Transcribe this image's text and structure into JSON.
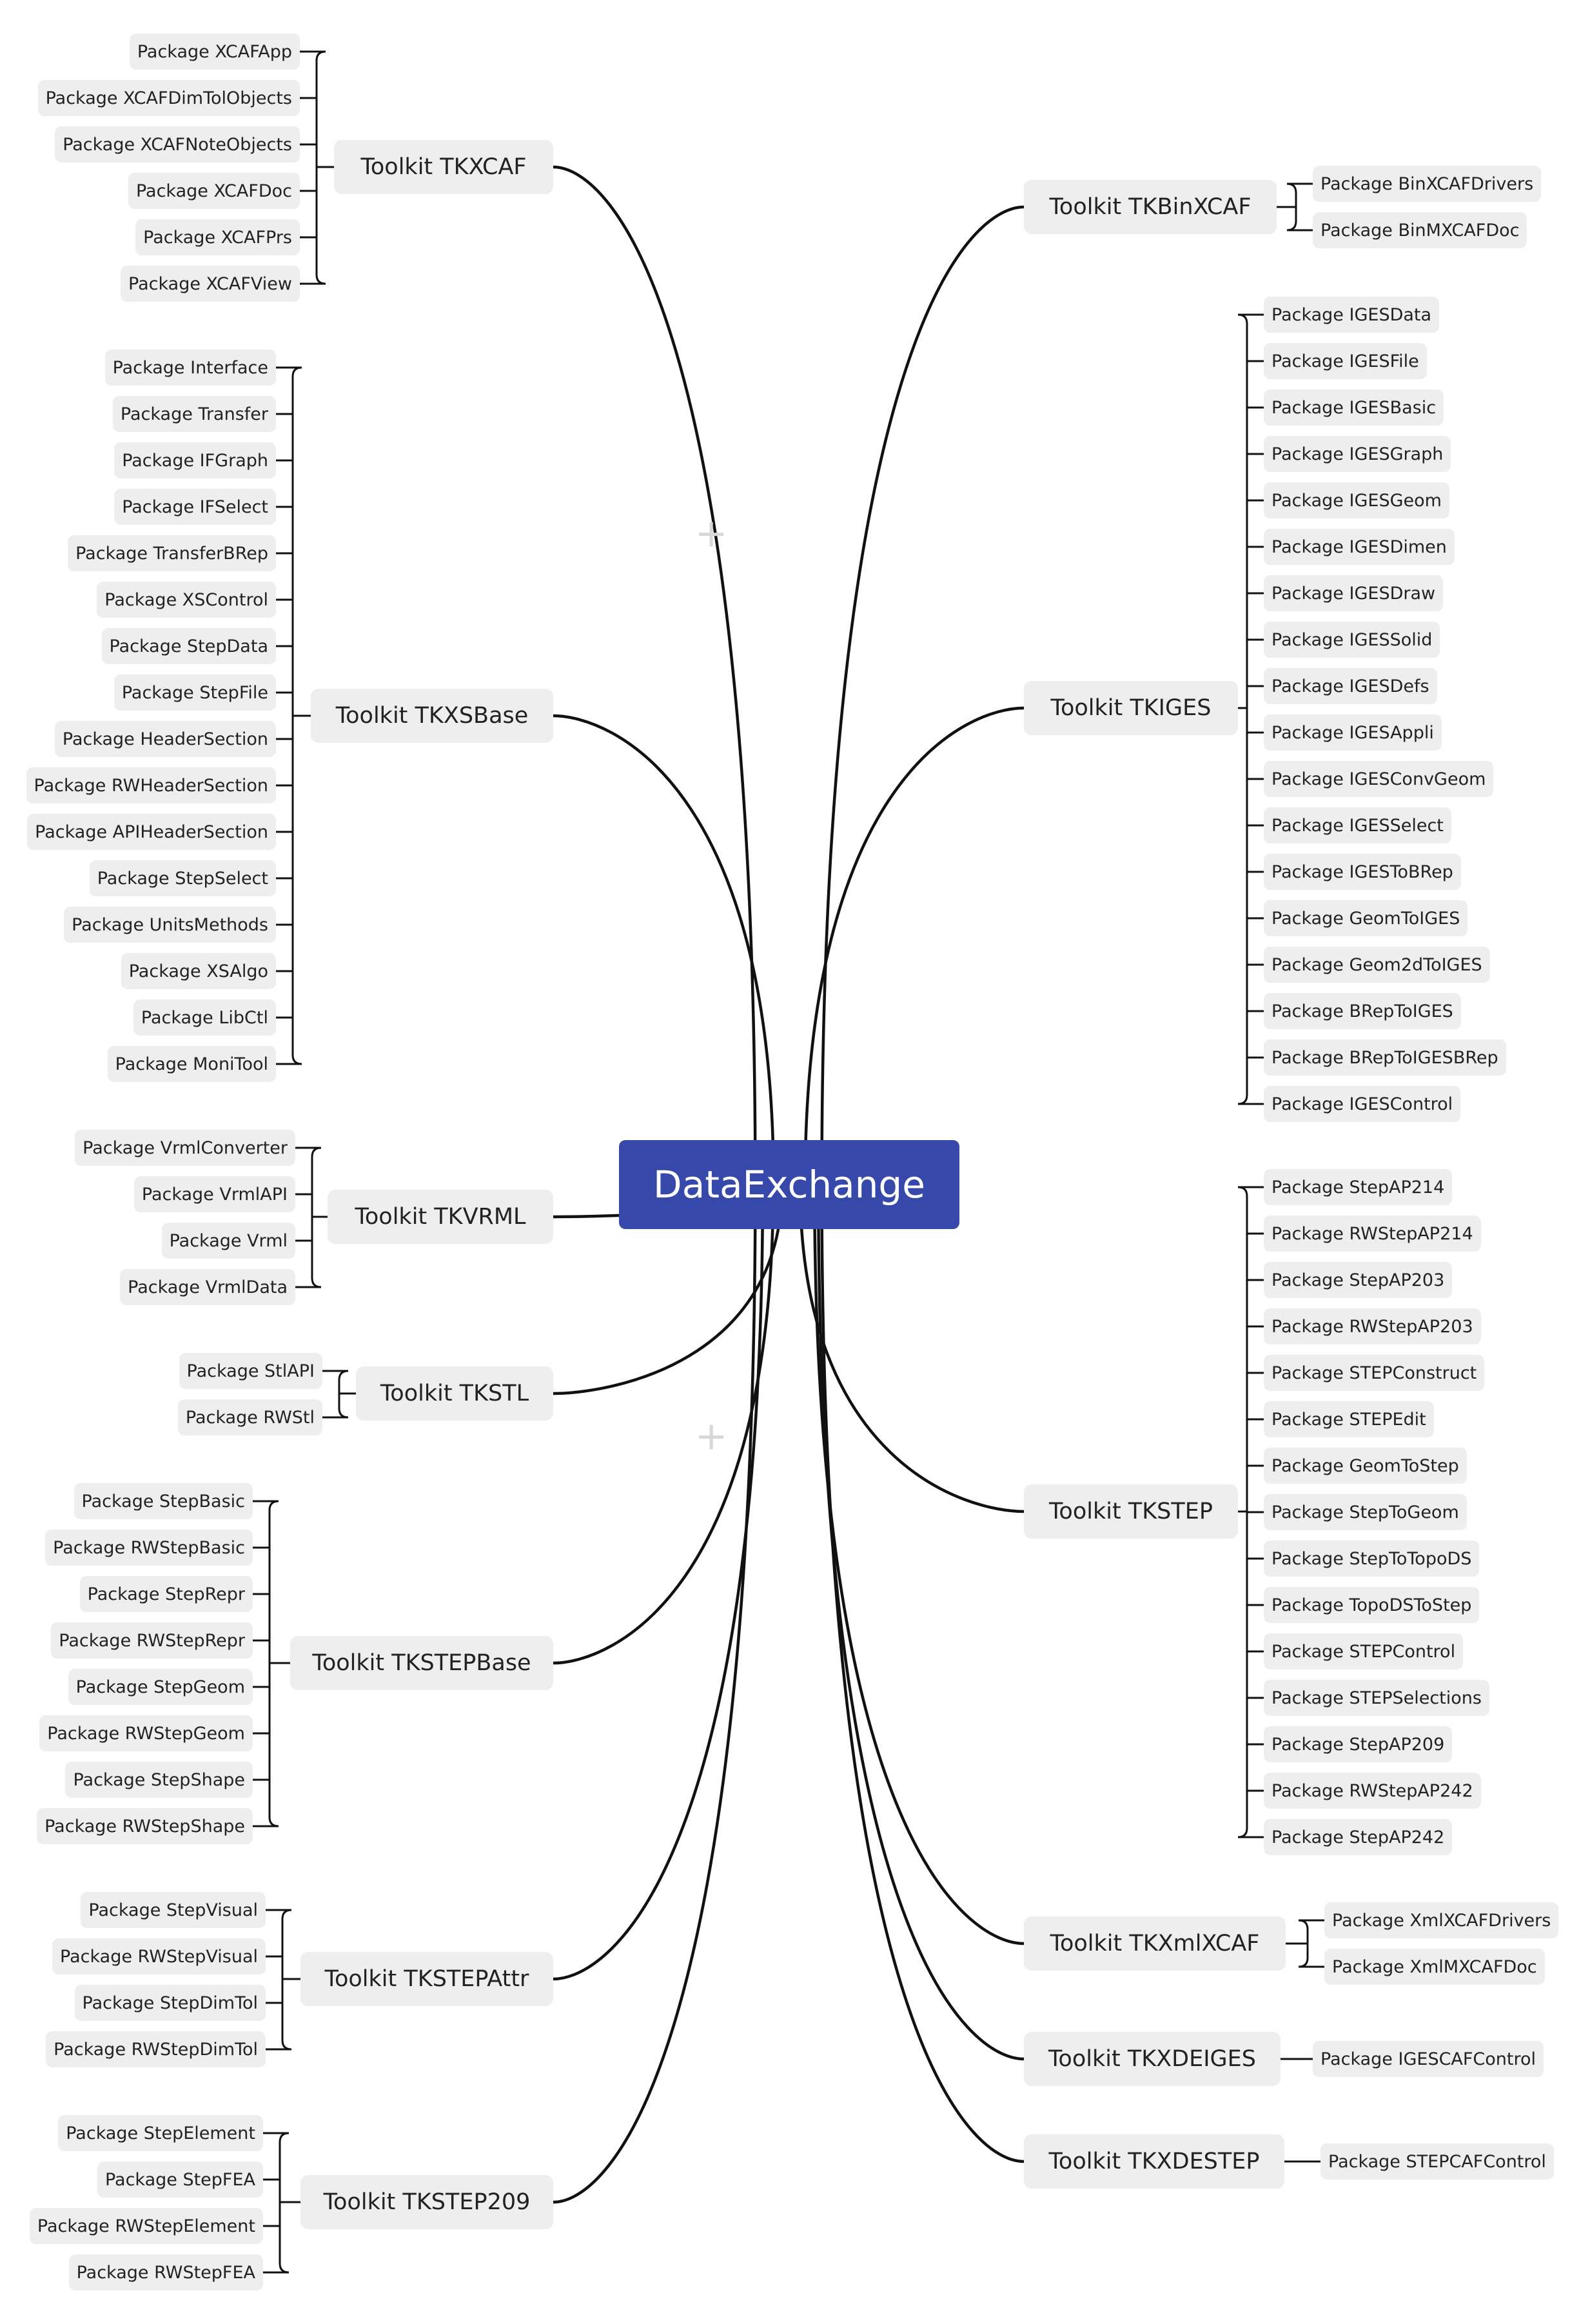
{
  "root": {
    "label": "DataExchange",
    "color": "#3748ab"
  },
  "line_color": "#111111",
  "toolkits": [
    {
      "label": "Toolkit TKXCAF",
      "side": "left",
      "packages": [
        "Package XCAFApp",
        "Package XCAFDimTolObjects",
        "Package XCAFNoteObjects",
        "Package XCAFDoc",
        "Package XCAFPrs",
        "Package XCAFView"
      ]
    },
    {
      "label": "Toolkit TKXSBase",
      "side": "left",
      "packages": [
        "Package Interface",
        "Package Transfer",
        "Package IFGraph",
        "Package IFSelect",
        "Package TransferBRep",
        "Package XSControl",
        "Package StepData",
        "Package StepFile",
        "Package HeaderSection",
        "Package RWHeaderSection",
        "Package APIHeaderSection",
        "Package StepSelect",
        "Package UnitsMethods",
        "Package XSAlgo",
        "Package LibCtl",
        "Package MoniTool"
      ]
    },
    {
      "label": "Toolkit TKVRML",
      "side": "left",
      "packages": [
        "Package VrmlConverter",
        "Package VrmlAPI",
        "Package Vrml",
        "Package VrmlData"
      ]
    },
    {
      "label": "Toolkit TKSTL",
      "side": "left",
      "packages": [
        "Package StlAPI",
        "Package RWStl"
      ]
    },
    {
      "label": "Toolkit TKSTEPBase",
      "side": "left",
      "packages": [
        "Package StepBasic",
        "Package RWStepBasic",
        "Package StepRepr",
        "Package RWStepRepr",
        "Package StepGeom",
        "Package RWStepGeom",
        "Package StepShape",
        "Package RWStepShape"
      ]
    },
    {
      "label": "Toolkit TKSTEPAttr",
      "side": "left",
      "packages": [
        "Package StepVisual",
        "Package RWStepVisual",
        "Package StepDimTol",
        "Package RWStepDimTol"
      ]
    },
    {
      "label": "Toolkit TKSTEP209",
      "side": "left",
      "packages": [
        "Package StepElement",
        "Package StepFEA",
        "Package RWStepElement",
        "Package RWStepFEA"
      ]
    },
    {
      "label": "Toolkit TKBinXCAF",
      "side": "right",
      "packages": [
        "Package BinXCAFDrivers",
        "Package BinMXCAFDoc"
      ]
    },
    {
      "label": "Toolkit TKIGES",
      "side": "right",
      "packages": [
        "Package IGESData",
        "Package IGESFile",
        "Package IGESBasic",
        "Package IGESGraph",
        "Package IGESGeom",
        "Package IGESDimen",
        "Package IGESDraw",
        "Package IGESSolid",
        "Package IGESDefs",
        "Package IGESAppli",
        "Package IGESConvGeom",
        "Package IGESSelect",
        "Package IGESToBRep",
        "Package GeomToIGES",
        "Package Geom2dToIGES",
        "Package BRepToIGES",
        "Package BRepToIGESBRep",
        "Package IGESControl"
      ]
    },
    {
      "label": "Toolkit TKSTEP",
      "side": "right",
      "packages": [
        "Package StepAP214",
        "Package RWStepAP214",
        "Package StepAP203",
        "Package RWStepAP203",
        "Package STEPConstruct",
        "Package STEPEdit",
        "Package GeomToStep",
        "Package StepToGeom",
        "Package StepToTopoDS",
        "Package TopoDSToStep",
        "Package STEPControl",
        "Package STEPSelections",
        "Package StepAP209",
        "Package RWStepAP242",
        "Package StepAP242"
      ]
    },
    {
      "label": "Toolkit TKXmlXCAF",
      "side": "right",
      "packages": [
        "Package XmlXCAFDrivers",
        "Package XmlMXCAFDoc"
      ]
    },
    {
      "label": "Toolkit TKXDEIGES",
      "side": "right",
      "packages": [
        "Package IGESCAFControl"
      ]
    },
    {
      "label": "Toolkit TKXDESTEP",
      "side": "right",
      "packages": [
        "Package STEPCAFControl"
      ]
    }
  ]
}
